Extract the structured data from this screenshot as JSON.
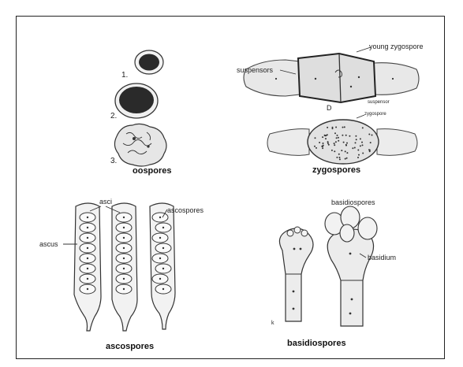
{
  "panels": {
    "oospores": {
      "title": "oospores",
      "stages": [
        "1.",
        "2.",
        "3."
      ]
    },
    "zygospores": {
      "title": "zygospores",
      "labels": {
        "young_zygospore": "young zygospore",
        "suspensors": "suspensors",
        "suspensor": "suspensor",
        "d_mark": "D",
        "zygospore": "zygospore"
      }
    },
    "ascospores": {
      "title": "ascospores",
      "labels": {
        "asci": "asci",
        "ascus": "ascus",
        "ascospores": "ascospores"
      }
    },
    "basidiospores": {
      "title": "basidiospores",
      "labels": {
        "basidiospores": "basidiospores",
        "basidium": "basidium",
        "k_mark": "k"
      }
    }
  },
  "colors": {
    "ink": "#222222",
    "spore_fill": "#2a2a2a",
    "cell_fill": "#e8e8e8"
  }
}
